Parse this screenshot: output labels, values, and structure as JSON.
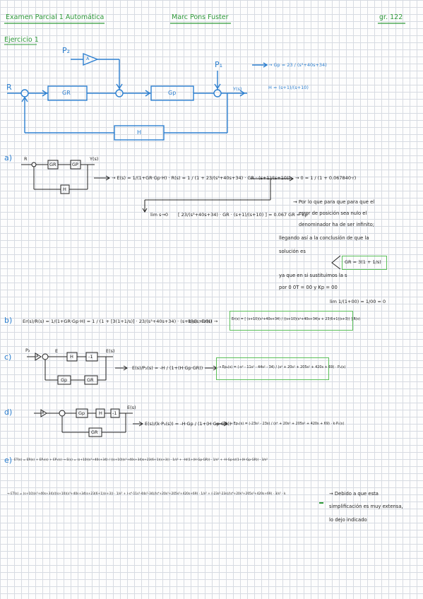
{
  "header": {
    "course": "Examen Parcial 1 Automática",
    "author": "Marc Pons Fuster",
    "group": "gr. 122"
  },
  "exercise": {
    "title": "Ejercicio 1"
  },
  "main_diagram": {
    "input_R": "R",
    "disturbance_P2": "P₂",
    "disturbance_P1": "P₁",
    "output": "Y(s)",
    "gain_A": "A",
    "block_GR": "GR",
    "block_GP": "Gp",
    "block_H": "H",
    "gp_def": "→ Gp = 23 / (s³+40s+34)",
    "h_def": "H = (s+1)/(s+10)"
  },
  "part_a": {
    "label": "a)",
    "diag_R": "R",
    "diag_Y": "Y(s)",
    "diag_GR": "GR",
    "diag_GP": "GP",
    "diag_H": "H",
    "eq1": "→ E(s) = 1/(1+GR·Gp·H) · R(s) = 1 / (1 + 23/(s³+40s+34) · GR · (s+1)/(s+10))",
    "eq1_zero": "→ 0 = 1 / (1 + 0.067840·r)",
    "eq2_lim": "lim s→0",
    "eq2": "[ 23/(s³+40s+34) · GR · (s+1)/(s+10) ] = 0.067 GR = Kp",
    "note1": "→ Por lo que para que para que el",
    "note2": "error de posición sea nulo el",
    "note3": "denominador ha de ser infinito;",
    "note4": "llegando así a la conclusión de que la",
    "note5": "solución es",
    "solution": "GR = 3(1 + 1/s)",
    "note6": "ya que en si sustituimos la s",
    "note7": "por 0   0T = 00   y   Kp = 00",
    "final_lim": "lim 1/(1+00) = 1/00 = 0"
  },
  "part_b": {
    "label": "b)",
    "lhs": "Er(s)/R(s) = 1/(1+GR·Gp·H) = 1 / (1 + [3(1+1/s)] · 23/(s³+40s+34) · (s+1)/(s+10))",
    "rhs": "· R(s) ; Er(s) →",
    "result": "Er(s) = [ (s+10)(s³+40s+34) / ((s+10)(s³+40s+34)s + 23(6+1)(s+3)) ] R(s)"
  },
  "part_c": {
    "label": "c)",
    "diag_P2": "P₂",
    "diag_A": "A",
    "diag_E": "E",
    "diag_H": "H",
    "diag_minus1": "-1",
    "diag_GP": "Gp",
    "diag_GR": "GR",
    "diag_E_out": "E(s)",
    "eq": "E(s)/P₂(s) = -H / (1+(H·Gp·GR))",
    "result": "→ Ep₂(s) = (-s⁴ - 11s³ - 44s² - 34) / (s⁴ + 20s³ + 205s² + 420s + 69) · P₂(s)"
  },
  "part_d": {
    "label": "d)",
    "diag_A": "A",
    "diag_GP": "Gp",
    "diag_H": "H",
    "diag_minus1": "-1",
    "diag_GR": "GR",
    "diag_E": "E(s)",
    "eq": "E(s)/(k·P₁(s)) = -H·Gp / (1+(H·Gp·GR))",
    "result": "→ Ep₁(s) = (-23s² - 23s) / (s⁴ + 20s³ + 205s² + 420s + 69) · k·P₁(s)"
  },
  "part_e": {
    "label": "e)",
    "line1": "ET(s) = ER(s) + EP₂(s) + EP₁(s) → E(s) = (s+10)(s³+40s+34) / ((s+10)(s³+40s+34)s+23(6+1)(s+3)) · 1/s² + -H/(1+(H·Gp·GR)) · 1/s² + -H·Gp·k/(1+(H·Gp·GR)) · 3/s²",
    "line2": "→ ET(s) = (s+10)(s³+40s+34)/((s+10)(s³+40s+34)s+23(6+1)(s+3)) · 1/s² + (-s⁴-11s³-44s²-34)/(s⁴+20s³+205s²+420s+69) · 1/s² + (-23s²-23s)/(s⁴+20s³+205s²+420s+69) · 3/s² · k",
    "note1": "→ Debido a que esta",
    "note2": "simplificación es muy extensa,",
    "note3": "lo dejo indicado"
  },
  "colors": {
    "green": "#2f9a3a",
    "blue": "#2c7fd0",
    "grid": "#d7dbe2"
  }
}
